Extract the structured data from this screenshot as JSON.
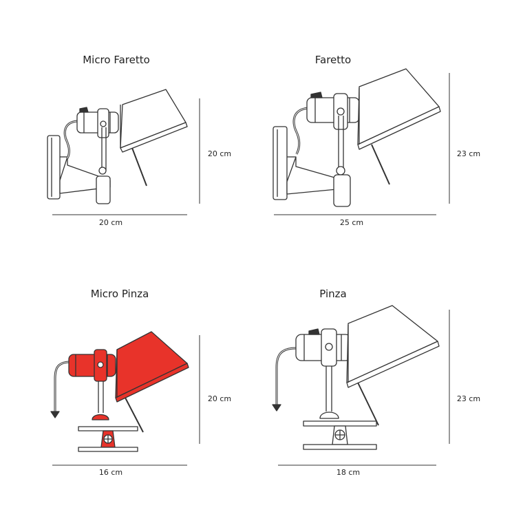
{
  "panels": [
    {
      "title": "Micro Faretto",
      "height": "20 cm",
      "width": "20 cm"
    },
    {
      "title": "Faretto",
      "height": "23 cm",
      "width": "25 cm"
    },
    {
      "title": "Micro Pinza",
      "height": "20 cm",
      "width": "16 cm"
    },
    {
      "title": "Pinza",
      "height": "23 cm",
      "width": "18 cm"
    }
  ],
  "colors": {
    "line": "#333333",
    "accent_red": "#e8332a",
    "fill": "#ffffff"
  }
}
